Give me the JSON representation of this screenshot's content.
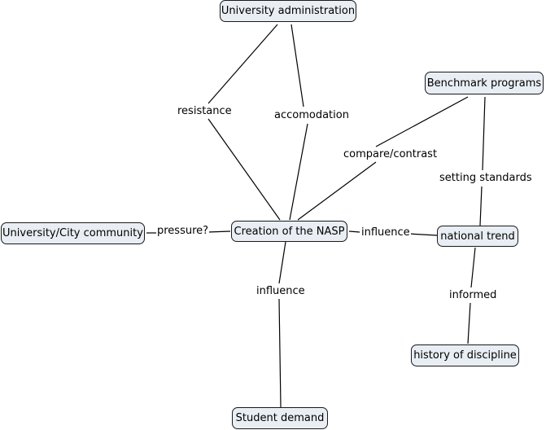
{
  "concepts": {
    "university_administration": "University administration",
    "benchmark_programs": "Benchmark programs",
    "university_city_community": "University/City community",
    "creation_of_nasp": "Creation of the NASP",
    "national_trend": "national trend",
    "history_of_discipline": "history of discipline",
    "student_demand": "Student demand"
  },
  "links": {
    "resistance": "resistance",
    "accomodation": "accomodation",
    "compare_contrast": "compare/contrast",
    "setting_standards": "setting standards",
    "pressure": "pressure?",
    "influence_national": "influence",
    "influence_student": "influence",
    "informed": "informed"
  },
  "colors": {
    "node_fill": "#e8eef3",
    "node_border": "#1a1a1a",
    "line": "#000000"
  }
}
